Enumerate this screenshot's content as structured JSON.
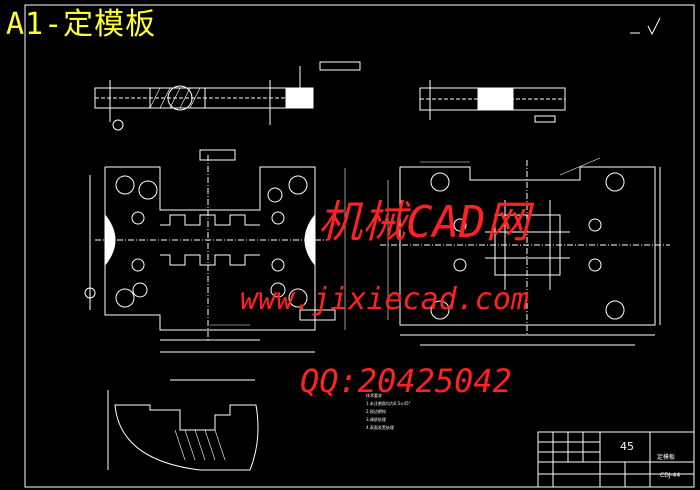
{
  "title": "A1-定模板",
  "watermarks": [
    "机械CAD网",
    "www.jixiecad.com",
    "QQ:20425042"
  ],
  "title_block": {
    "material": "45",
    "name": "定模板",
    "code": "CDJ-44"
  },
  "tech_notes": {
    "heading": "技术要求",
    "lines": [
      "1.未注倒角均为0.5×45°",
      "2.锐边倒钝",
      "3.调质处理",
      "4.表面发黑处理"
    ]
  },
  "colors": {
    "background": "#000000",
    "title": "#ffff33",
    "watermark": "#ff2222",
    "line": "#ffffff",
    "highlight": "#ffffff"
  }
}
